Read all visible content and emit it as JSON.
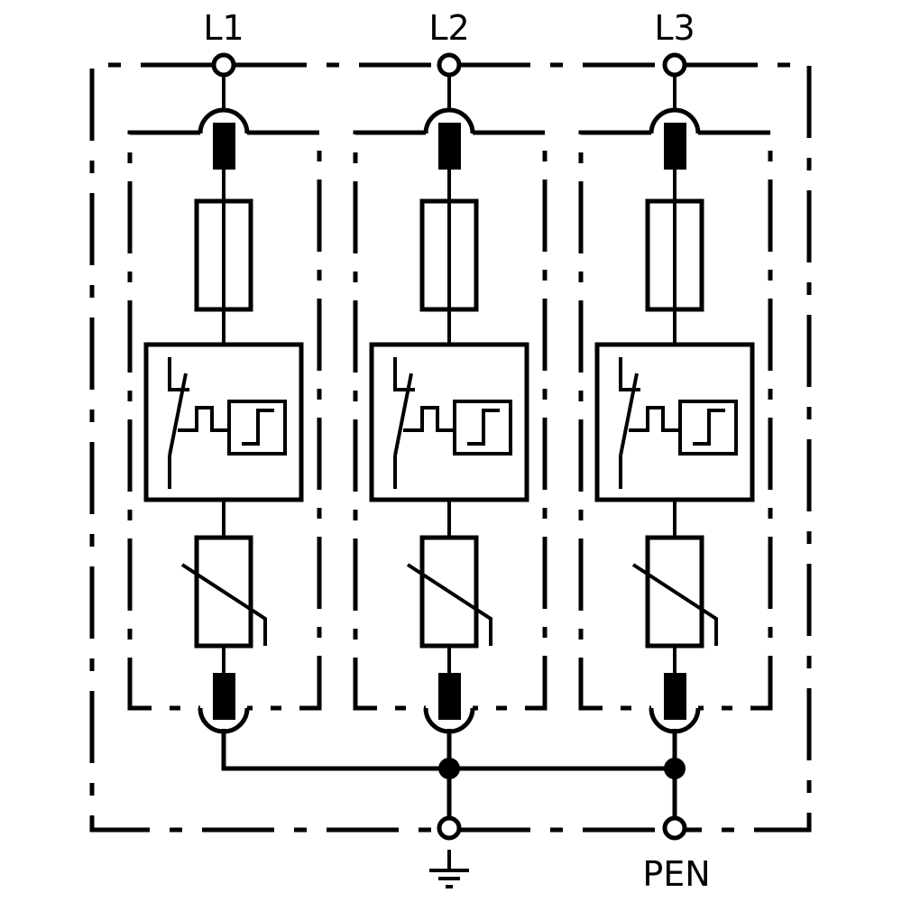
{
  "diagram": {
    "type": "surge-protective-device-schematic",
    "terminals": {
      "top": [
        {
          "id": "L1",
          "label": "L1"
        },
        {
          "id": "L2",
          "label": "L2"
        },
        {
          "id": "L3",
          "label": "L3"
        }
      ],
      "bottom": [
        {
          "id": "PE",
          "label": "",
          "symbol": "earth-ground-icon"
        },
        {
          "id": "PEN",
          "label": "PEN"
        }
      ]
    },
    "modules": [
      {
        "phase": "L1",
        "components": [
          "plug-contact",
          "fuse",
          "thermal-disconnector-with-indicator",
          "varistor",
          "plug-contact"
        ]
      },
      {
        "phase": "L2",
        "components": [
          "plug-contact",
          "fuse",
          "thermal-disconnector-with-indicator",
          "varistor",
          "plug-contact"
        ]
      },
      {
        "phase": "L3",
        "components": [
          "plug-contact",
          "fuse",
          "thermal-disconnector-with-indicator",
          "varistor",
          "plug-contact"
        ]
      }
    ],
    "colors": {
      "line": "#000000",
      "background": "#ffffff"
    }
  }
}
